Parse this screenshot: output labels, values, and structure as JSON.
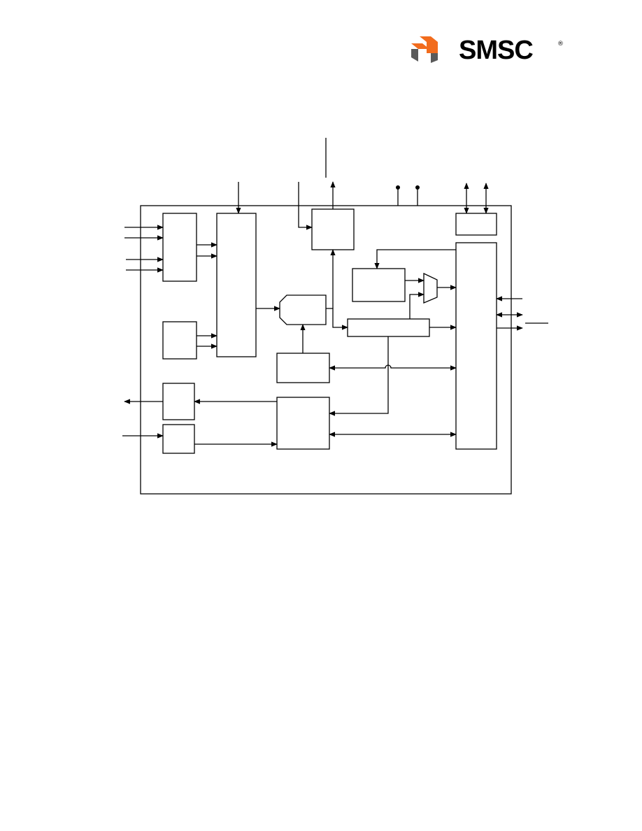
{
  "header": {
    "logo_text": "SMSC",
    "logo_registered": "®",
    "logo_colors": {
      "orange": "#f26c1d",
      "dark": "#5a5a5a"
    }
  },
  "diagram": {
    "line_color": "#000000",
    "block_fill": "#ffffff",
    "blocks": [
      "chip-outline",
      "input-block-top-left",
      "input-block-mid-left",
      "tall-block-center-left",
      "top-center-block",
      "mux-shape",
      "lower-center-block",
      "mid-right-block",
      "small-mux",
      "horizontal-bus-block",
      "large-center-block",
      "output-block-left",
      "input-block-bottom-left",
      "top-right-small-block",
      "tall-right-block"
    ]
  }
}
